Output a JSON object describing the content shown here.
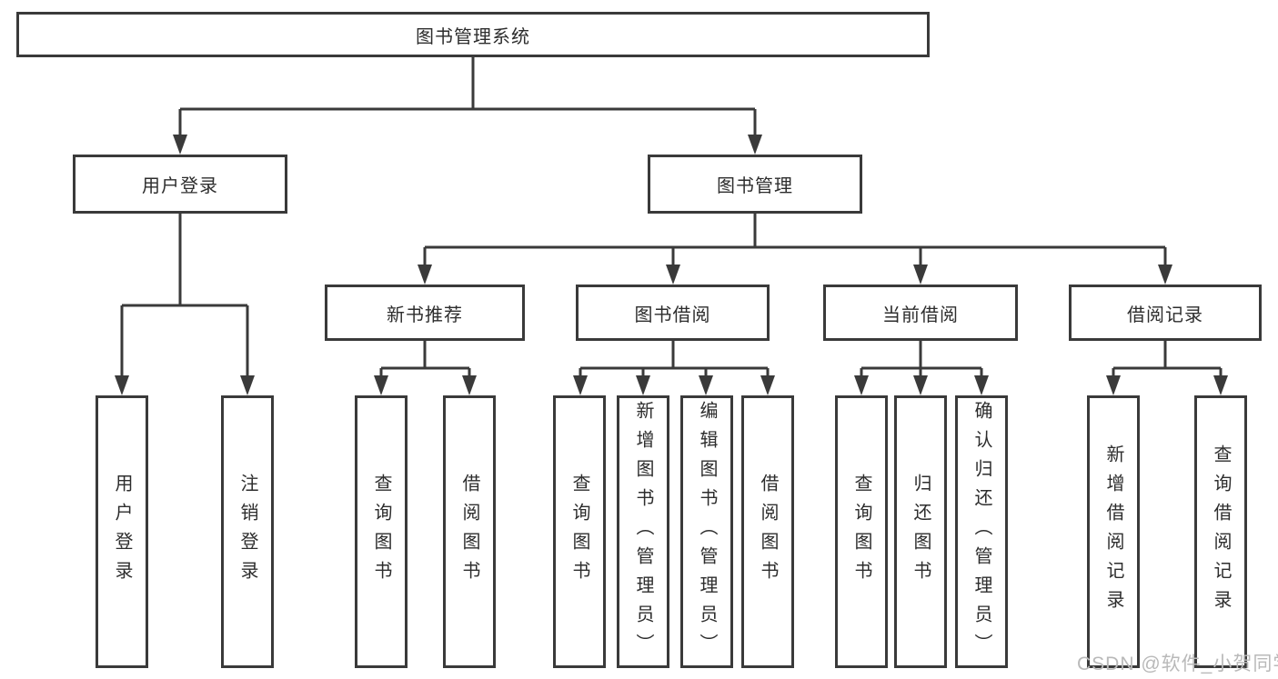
{
  "colors": {
    "line": "#3a3a3a",
    "border": "#3a3a3a",
    "text": "#2d2d2d",
    "watermark": "#b9b9b9",
    "background": "#ffffff"
  },
  "tree": {
    "root": "图书管理系统",
    "level2": [
      "用户登录",
      "图书管理"
    ],
    "level3": [
      "新书推荐",
      "图书借阅",
      "当前借阅",
      "借阅记录"
    ],
    "leaves": {
      "user_login": [
        "用户登录",
        "注销登录"
      ],
      "new_book_recommend": [
        "查询图书",
        "借阅图书"
      ],
      "book_borrow": [
        "查询图书",
        "新增图书（管理员）",
        "编辑图书（管理员）",
        "借阅图书"
      ],
      "current_borrow": [
        "查询图书",
        "归还图书",
        "确认归还（管理员）"
      ],
      "borrow_records": [
        "新增借阅记录",
        "查询借阅记录"
      ]
    }
  },
  "watermark": "CSDN @软件_小贺同学"
}
